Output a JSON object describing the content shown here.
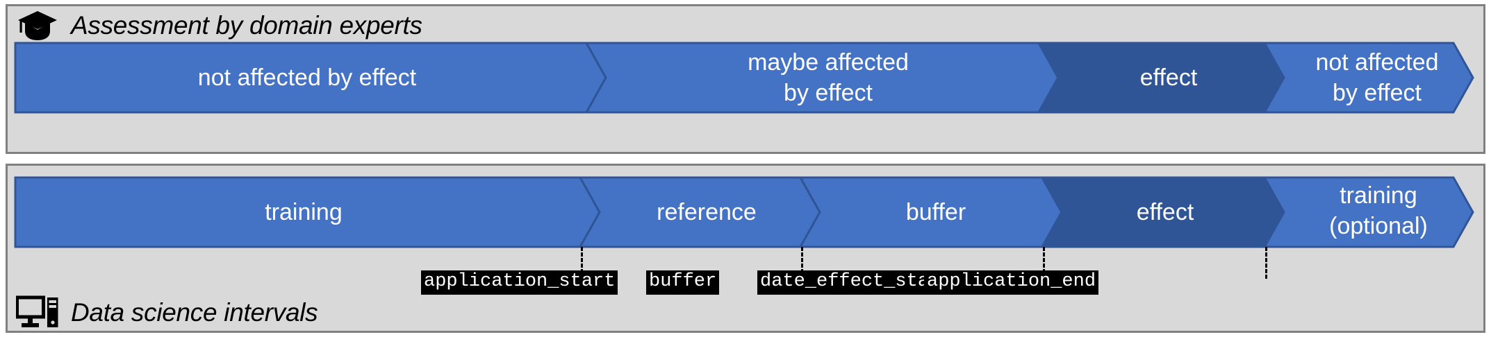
{
  "colors": {
    "panel_background": "#D9D9D9",
    "panel_border": "#808080",
    "segment_light": "#4472C4",
    "segment_dark": "#2F5597",
    "segment_outline": "#2F5597",
    "label_text": "#FFFFFF",
    "code_label_background": "#000000",
    "code_label_text": "#FFFFFF",
    "caption_text": "#000000",
    "page_background": "#FFFFFF"
  },
  "top_panel": {
    "caption": "Assessment by domain experts",
    "icon": "graduation-cap-icon",
    "segments": [
      {
        "label": "not affected by effect",
        "tone": "light",
        "multiline": false
      },
      {
        "label": "maybe affected by effect",
        "line1": "maybe affected",
        "line2": "by effect",
        "tone": "light",
        "multiline": true
      },
      {
        "label": "effect",
        "tone": "dark",
        "multiline": false
      },
      {
        "label": "not affected by effect",
        "line1": "not affected",
        "line2": "by effect",
        "tone": "light",
        "multiline": true
      }
    ]
  },
  "bottom_panel": {
    "caption": "Data science intervals",
    "icon": "desktop-computer-icon",
    "segments": [
      {
        "label": "training",
        "tone": "light",
        "multiline": false
      },
      {
        "label": "reference",
        "tone": "light",
        "multiline": false
      },
      {
        "label": "buffer",
        "tone": "light",
        "multiline": false
      },
      {
        "label": "effect",
        "tone": "dark",
        "multiline": false
      },
      {
        "label": "training (optional)",
        "line1": "training",
        "line2": "(optional)",
        "tone": "light",
        "multiline": true
      }
    ],
    "markers": [
      {
        "code": "application_start"
      },
      {
        "code": "buffer"
      },
      {
        "code": "date_effect_start"
      },
      {
        "code": "application_end"
      }
    ]
  }
}
